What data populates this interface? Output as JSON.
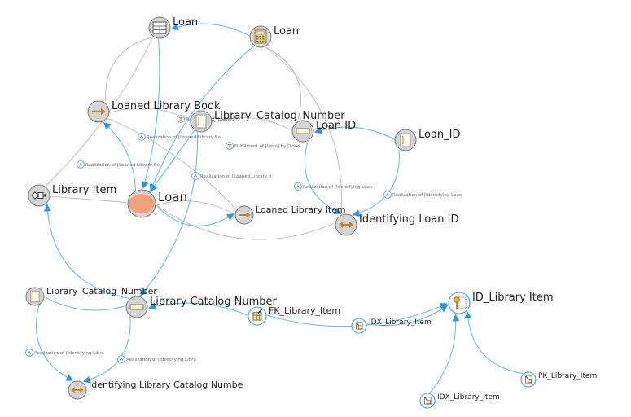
{
  "colors": {
    "gray_edge": "#b8b8b8",
    "blue_edge": "#5bb8ec",
    "arrow_blue": "#2b96e3",
    "node_fill": "#d4d4d4",
    "node_stroke": "#7a7a7a",
    "ring_stroke": "#3f9fe0",
    "orange": "#f2a07a",
    "brown": "#c8821e",
    "label": "#222222"
  },
  "nodes": [
    {
      "id": "n1",
      "name": "loan-table-node",
      "label": "Loan",
      "icon": "table-icon",
      "kind": "gray",
      "size": "large"
    },
    {
      "id": "n2",
      "name": "loan-calculator-node",
      "label": "Loan",
      "icon": "calculator-icon",
      "kind": "gray",
      "size": "large"
    },
    {
      "id": "n3",
      "name": "loaned-library-book-node",
      "label": "Loaned Library Book",
      "icon": "arrow-right-icon",
      "kind": "gray",
      "size": "large"
    },
    {
      "id": "n4",
      "name": "library-catalog-number-attr-node",
      "label": "Library_Catalog_Number",
      "icon": "document-icon",
      "kind": "gray",
      "size": "large"
    },
    {
      "id": "n5",
      "name": "loan-id-node",
      "label": "Loan ID",
      "icon": "attribute-icon",
      "kind": "gray",
      "size": "large"
    },
    {
      "id": "n6",
      "name": "loan-id-attr-node",
      "label": "Loan_ID",
      "icon": "document-icon",
      "kind": "gray",
      "size": "large"
    },
    {
      "id": "n7",
      "name": "library-item-node",
      "label": "Library Item",
      "icon": "entity-icon",
      "kind": "gray",
      "size": "large"
    },
    {
      "id": "n8",
      "name": "loan-entity-node",
      "label": "Loan",
      "icon": "ellipse-icon",
      "kind": "gray",
      "size": "huge"
    },
    {
      "id": "n9",
      "name": "loaned-library-item-node",
      "label": "Loaned Library Item",
      "icon": "arrow-right-icon",
      "kind": "gray",
      "size": "medium"
    },
    {
      "id": "n10",
      "name": "identifying-loan-id-node",
      "label": "Identifying Loan ID",
      "icon": "double-arrow-icon",
      "kind": "gray",
      "size": "large"
    },
    {
      "id": "n11",
      "name": "library-catalog-number-doc-node",
      "label": "Library_Catalog_Number",
      "icon": "document-icon",
      "kind": "gray",
      "size": "medium"
    },
    {
      "id": "n12",
      "name": "library-catalog-number-node",
      "label": "Library Catalog Number",
      "icon": "attribute-icon",
      "kind": "gray",
      "size": "large"
    },
    {
      "id": "n13",
      "name": "fk-library-item-node",
      "label": "FK_Library_Item",
      "icon": "key-table-icon",
      "kind": "ring",
      "size": "medium"
    },
    {
      "id": "n14",
      "name": "id-library-item-node",
      "label": "ID_Library Item",
      "icon": "key-icon",
      "kind": "ring",
      "size": "large"
    },
    {
      "id": "n15",
      "name": "idx-library-item-node-1",
      "label": "IDX_Library_Item",
      "icon": "index-icon",
      "kind": "ring",
      "size": "small"
    },
    {
      "id": "n16",
      "name": "identifying-library-catalog-number-node",
      "label": "Identifying Library Catalog Numbe",
      "icon": "double-arrow-icon",
      "kind": "gray",
      "size": "medium"
    },
    {
      "id": "n17",
      "name": "pk-library-item-node",
      "label": "PK_Library_Item",
      "icon": "index-icon",
      "kind": "ring",
      "size": "small"
    },
    {
      "id": "n18",
      "name": "idx-library-item-node-2",
      "label": "IDX_Library_Item",
      "icon": "index-icon",
      "kind": "ring",
      "size": "small"
    }
  ],
  "edge_labels": [
    {
      "id": "el1",
      "name": "realization-label-loaned-library-book",
      "text": "Realization of [Loaned Library Bo",
      "marker": "realization"
    },
    {
      "id": "el2",
      "name": "realization-label-loaned-library-bo-2",
      "text": "Realization of [Loaned Library Bo",
      "marker": "realization"
    },
    {
      "id": "el3",
      "name": "fulfillment-label-loan-1",
      "text": "Fulfillment of [Loaned...",
      "marker": "fulfillment"
    },
    {
      "id": "el4",
      "name": "fulfillment-label-loan-2",
      "text": "Fulfillment of [Loan] by [Loan",
      "marker": "fulfillment"
    },
    {
      "id": "el5",
      "name": "realization-label-loaned-library-it",
      "text": "Realization of [Loaned Library It",
      "marker": "realization"
    },
    {
      "id": "el6",
      "name": "realization-label-identifying-loan-1",
      "text": "Realization of [Identifying Loan",
      "marker": "realization"
    },
    {
      "id": "el7",
      "name": "realization-label-identifying-loan-2",
      "text": "Realization of [Identifying Loan",
      "marker": "realization"
    },
    {
      "id": "el8",
      "name": "realization-label-identifying-libra-1",
      "text": "Realization of [Identifying Libra",
      "marker": "realization"
    },
    {
      "id": "el9",
      "name": "realization-label-identifying-libra-2",
      "text": "Realization of [Identifying Libra",
      "marker": "realization"
    }
  ]
}
